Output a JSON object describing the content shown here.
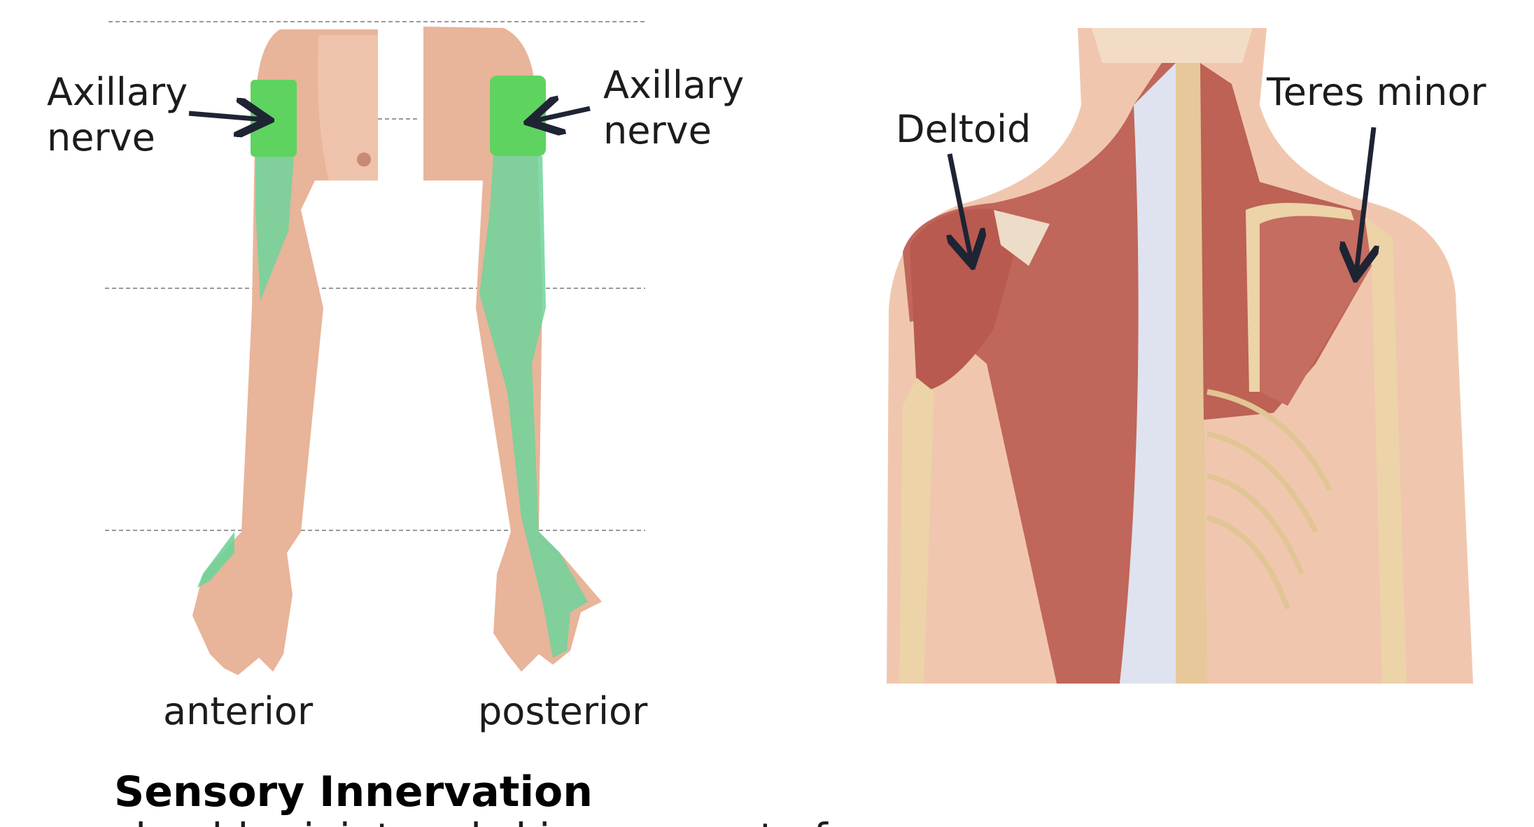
{
  "left_figure": {
    "label_left_line1": "Axillary",
    "label_left_line2": "nerve",
    "label_right_line1": "Axillary",
    "label_right_line2": "nerve",
    "caption_anterior": "anterior",
    "caption_posterior": "posterior",
    "highlight_color": "#5fd35f"
  },
  "right_figure": {
    "label_deltoid": "Deltoid",
    "label_teres_minor": "Teres minor",
    "muscle_color": "#c0665a"
  },
  "section": {
    "heading": "Sensory Innervation",
    "body_partial": "shoulder joint and skin over part of"
  }
}
